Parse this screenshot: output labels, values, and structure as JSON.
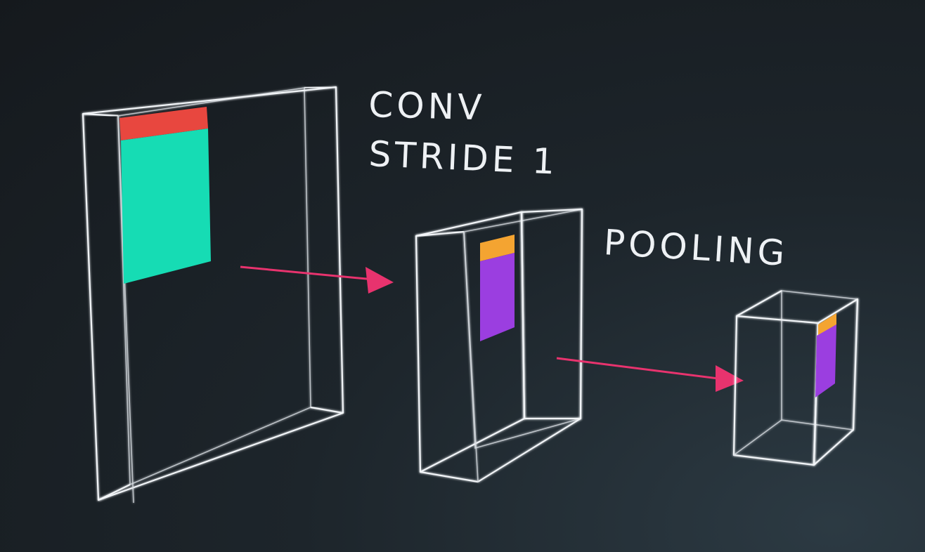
{
  "labels": {
    "conv_line1": "CONV",
    "conv_line2": "STRIDE 1",
    "pooling": "POOLING"
  },
  "colors": {
    "background": "#1b2227",
    "wireframe": "#f2f5f8",
    "arrow": "#e8336e",
    "input_patch_top": "#e8473f",
    "input_patch": "#16dcb4",
    "conv_patch_top": "#f4a431",
    "conv_patch": "#9b3ee0",
    "pool_patch_top": "#f4a431",
    "pool_patch": "#9b3ee0"
  },
  "icons": {
    "arrow_1": "arrow-right-icon",
    "arrow_2": "arrow-right-icon"
  }
}
